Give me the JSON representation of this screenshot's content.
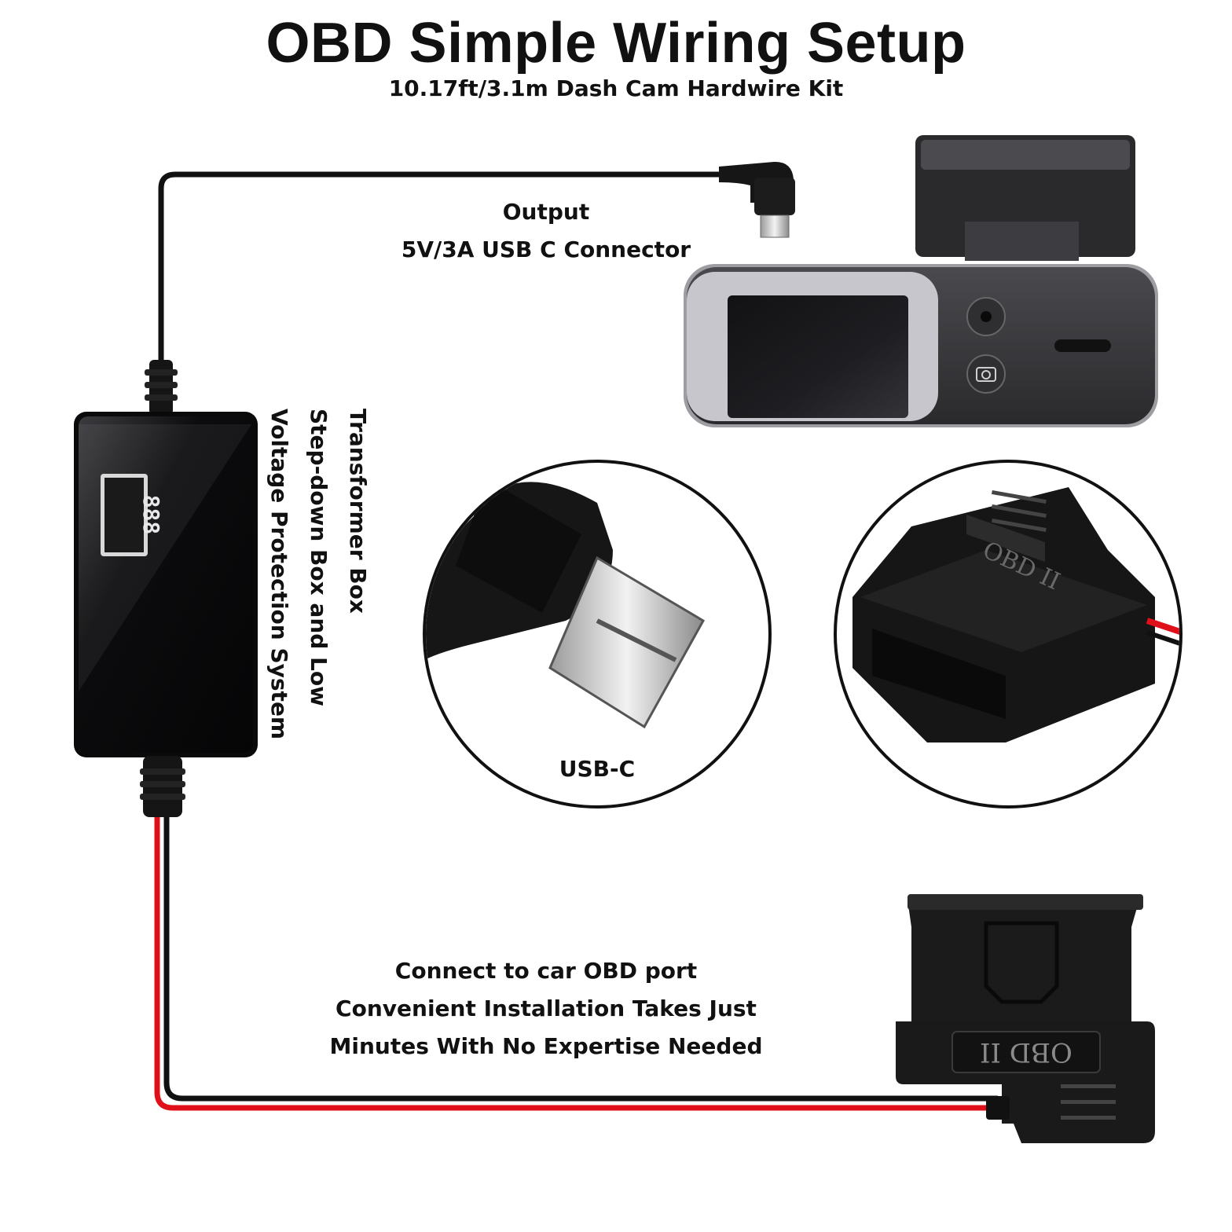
{
  "header": {
    "title": "OBD Simple Wiring Setup",
    "subtitle": "10.17ft/3.1m Dash Cam Hardwire Kit"
  },
  "labels": {
    "output_line1": "Output",
    "output_line2": "5V/3A USB C Connector",
    "transformer_line1": "Transformer Box",
    "transformer_line2": "Step-down Box and Low",
    "transformer_line3": "Voltage Protection System",
    "usbc": "USB-C",
    "obd_line1": "Connect to car OBD port",
    "obd_line2": "Convenient Installation Takes Just",
    "obd_line3": "Minutes With No Expertise Needed"
  },
  "display": {
    "digits": "888"
  },
  "connector_marking": {
    "obd_text": "OBD II"
  },
  "colors": {
    "wire_black": "#111111",
    "wire_red": "#e0101a",
    "device_body": "#2b2b2e",
    "device_face": "#3a3a3d",
    "plastic_black": "#1a1a1a"
  }
}
